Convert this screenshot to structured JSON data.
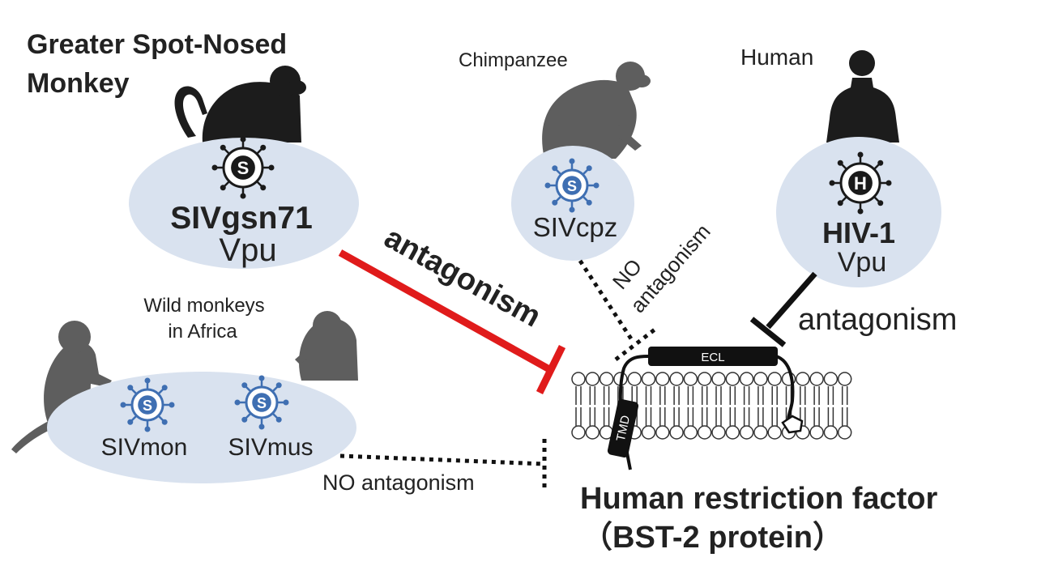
{
  "colors": {
    "ellipse_fill": "#d9e2ef",
    "virus_blue": "#3f6fb2",
    "virus_dark": "#1a1a1a",
    "red": "#e01b1b",
    "black": "#111111",
    "silhouette_dark": "#1c1c1c",
    "silhouette_gray": "#5e5e5e"
  },
  "host_gsn": {
    "label_line1": "Greater Spot-Nosed",
    "label_line2": "Monkey",
    "icon": "monkey-silhouette-icon"
  },
  "host_chimp": {
    "label": "Chimpanzee",
    "icon": "chimpanzee-silhouette-icon"
  },
  "host_human": {
    "label": "Human",
    "icon": "human-silhouette-icon"
  },
  "host_wild": {
    "label_line1": "Wild monkeys",
    "label_line2": "in Africa",
    "icon": "monkey-silhouette-icon"
  },
  "virus_gsn": {
    "badge": "S",
    "name": "SIVgsn71",
    "protein": "Vpu"
  },
  "virus_cpz": {
    "badge": "S",
    "name": "SIVcpz"
  },
  "virus_hiv": {
    "badge": "H",
    "name": "HIV-1",
    "protein": "Vpu"
  },
  "virus_mon": {
    "badge": "S",
    "name": "SIVmon"
  },
  "virus_mus": {
    "badge": "S",
    "name": "SIVmus"
  },
  "arrows": {
    "gsn_label": "antagonism",
    "cpz_label_line1": "NO",
    "cpz_label_line2": "antagonism",
    "hiv_label": "antagonism",
    "wild_label": "NO antagonism"
  },
  "target": {
    "ecl_label": "ECL",
    "tmd_label": "TMD",
    "title_line1": "Human restriction factor",
    "title_line2": "（BST-2 protein）"
  }
}
